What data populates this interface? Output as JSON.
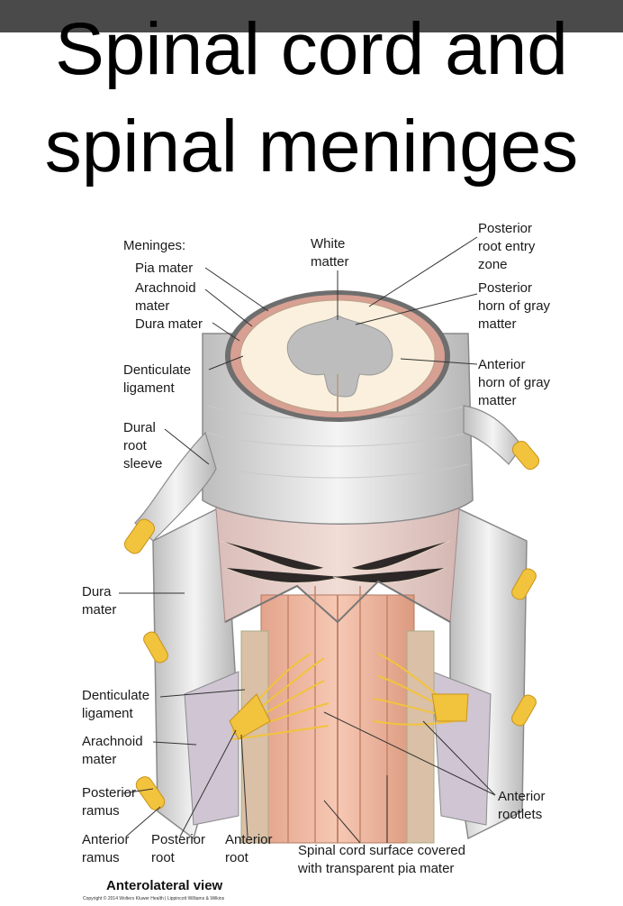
{
  "title": {
    "line1": "Spinal cord and",
    "line2": "spinal meninges"
  },
  "labels": {
    "meninges": "Meninges:",
    "pia_mater": "Pia mater",
    "arachnoid_mater_top": "Arachnoid\nmater",
    "dura_mater_top": "Dura mater",
    "white_matter": "White\nmatter",
    "posterior_root_entry_zone": "Posterior\nroot entry\nzone",
    "posterior_horn": "Posterior\nhorn of gray\nmatter",
    "anterior_horn": "Anterior\nhorn of gray\nmatter",
    "denticulate_ligament_top": "Denticulate\nligament",
    "dural_root_sleeve": "Dural\nroot\nsleeve",
    "dura_mater_side": "Dura\nmater",
    "denticulate_ligament_bottom": "Denticulate\nligament",
    "arachnoid_mater_bottom": "Arachnoid\nmater",
    "posterior_ramus": "Posterior\nramus",
    "anterior_ramus": "Anterior\nramus",
    "posterior_root": "Posterior\nroot",
    "anterior_root": "Anterior\nroot",
    "anterior_rootlets": "Anterior\nrootlets",
    "spinal_cord_surface": "Spinal cord surface covered\nwith transparent pia mater"
  },
  "caption": "Anterolateral view",
  "copyright": "Copyright © 2014 Wolters Kluwer Health | Lippincott Williams & Wilkins"
}
